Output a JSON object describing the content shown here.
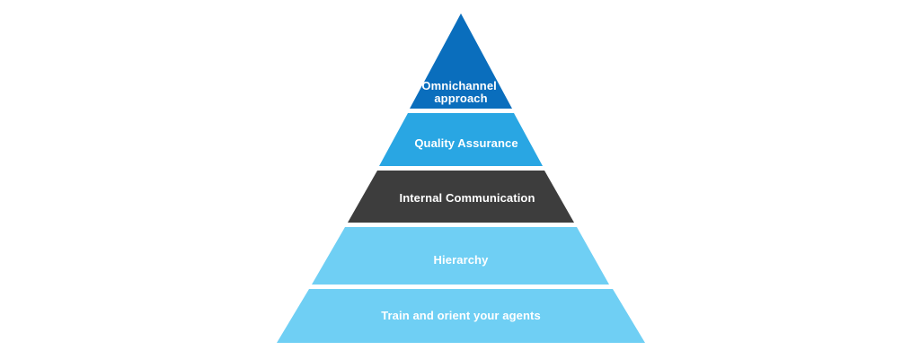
{
  "pyramid": {
    "layers": [
      {
        "label_lines": [
          "Omnichannel",
          "approach"
        ],
        "color": "#0a6ebd"
      },
      {
        "label_lines": [
          "Quality Assurance"
        ],
        "color": "#29a6e3"
      },
      {
        "label_lines": [
          "Internal Communication"
        ],
        "color": "#3d3d3d"
      },
      {
        "label_lines": [
          "Hierarchy"
        ],
        "color": "#6fcff4"
      },
      {
        "label_lines": [
          "Train and orient your agents"
        ],
        "color": "#6fcff4"
      }
    ]
  }
}
